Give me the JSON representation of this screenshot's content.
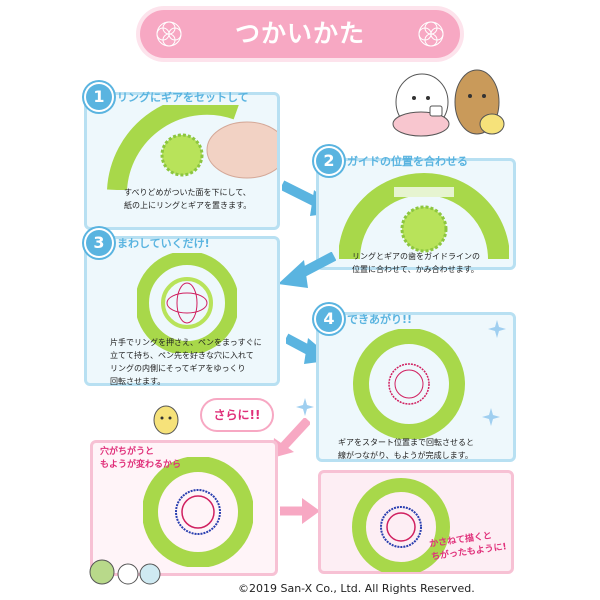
{
  "title": "つかいかた",
  "steps": [
    {
      "number": "1",
      "heading": "リングにギアをセットして",
      "description": "すべりどめがついた面を下にして、\n紙の上にリングとギアを置きます。"
    },
    {
      "number": "2",
      "heading": "ガイドの位置を合わせる",
      "description": "リングとギアの歯をガイドラインの\n位置に合わせて、かみ合わせます。"
    },
    {
      "number": "3",
      "heading": "まわしていくだけ!",
      "description": "片手でリングを押さえ、ペンをまっすぐに\n立てて持ち、ペン先を好きな穴に入れて\nリングの内側にそってギアをゆっくり\n回転させます。"
    },
    {
      "number": "4",
      "heading": "できあがり!!",
      "description": "ギアをスタート位置まで回転させると\n線がつながり、もようが完成します。"
    }
  ],
  "extra": {
    "bubble": "さらに!!",
    "note_hole": "穴がちがうと\nもようが変わるから",
    "note_overlap": "かさねて描くと\nちがったもように!"
  },
  "copyright": "©2019 San-X Co., Ltd. All Rights Reserved.",
  "colors": {
    "accent_blue": "#5ab4e0",
    "title_pink": "#f7a8c3",
    "ring_green": "#a8d84a",
    "text_pink": "#e0307a"
  }
}
